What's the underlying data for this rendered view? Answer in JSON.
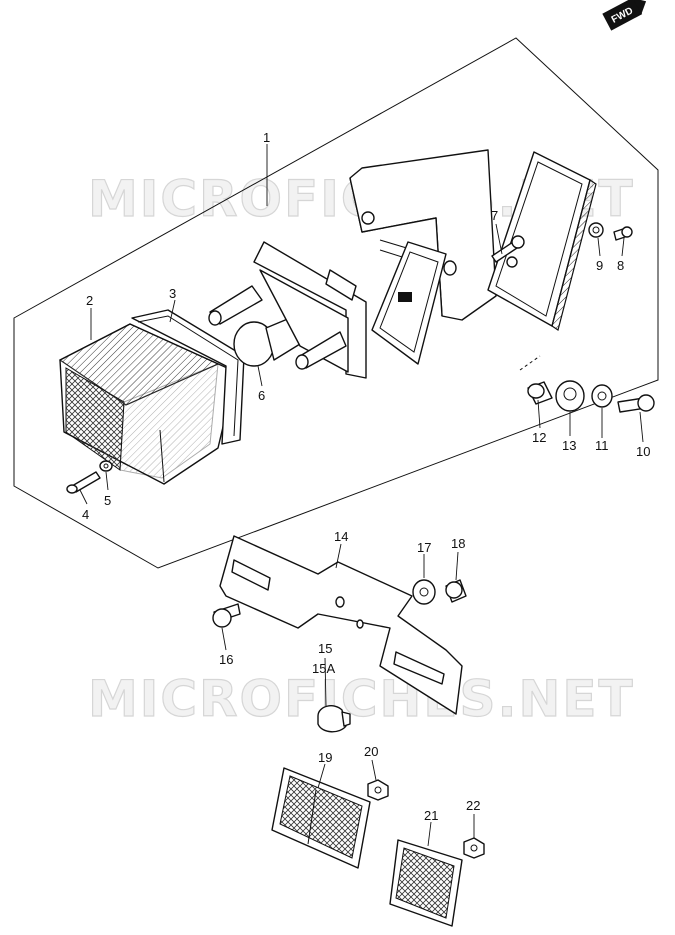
{
  "badge": {
    "label": "FWD"
  },
  "watermarks": [
    "MICROFICHES.NET",
    "MICROFICHES.NET"
  ],
  "callouts": [
    {
      "id": "1",
      "label": "1"
    },
    {
      "id": "2",
      "label": "2"
    },
    {
      "id": "3",
      "label": "3"
    },
    {
      "id": "4",
      "label": "4"
    },
    {
      "id": "5",
      "label": "5"
    },
    {
      "id": "6",
      "label": "6"
    },
    {
      "id": "7",
      "label": "7"
    },
    {
      "id": "8",
      "label": "8"
    },
    {
      "id": "9",
      "label": "9"
    },
    {
      "id": "10",
      "label": "10"
    },
    {
      "id": "11",
      "label": "11"
    },
    {
      "id": "12",
      "label": "12"
    },
    {
      "id": "13",
      "label": "13"
    },
    {
      "id": "14",
      "label": "14"
    },
    {
      "id": "15",
      "label": "15"
    },
    {
      "id": "15A",
      "label": "15A"
    },
    {
      "id": "16",
      "label": "16"
    },
    {
      "id": "17",
      "label": "17"
    },
    {
      "id": "18",
      "label": "18"
    },
    {
      "id": "19",
      "label": "19"
    },
    {
      "id": "20",
      "label": "20"
    },
    {
      "id": "21",
      "label": "21"
    },
    {
      "id": "22",
      "label": "22"
    }
  ]
}
